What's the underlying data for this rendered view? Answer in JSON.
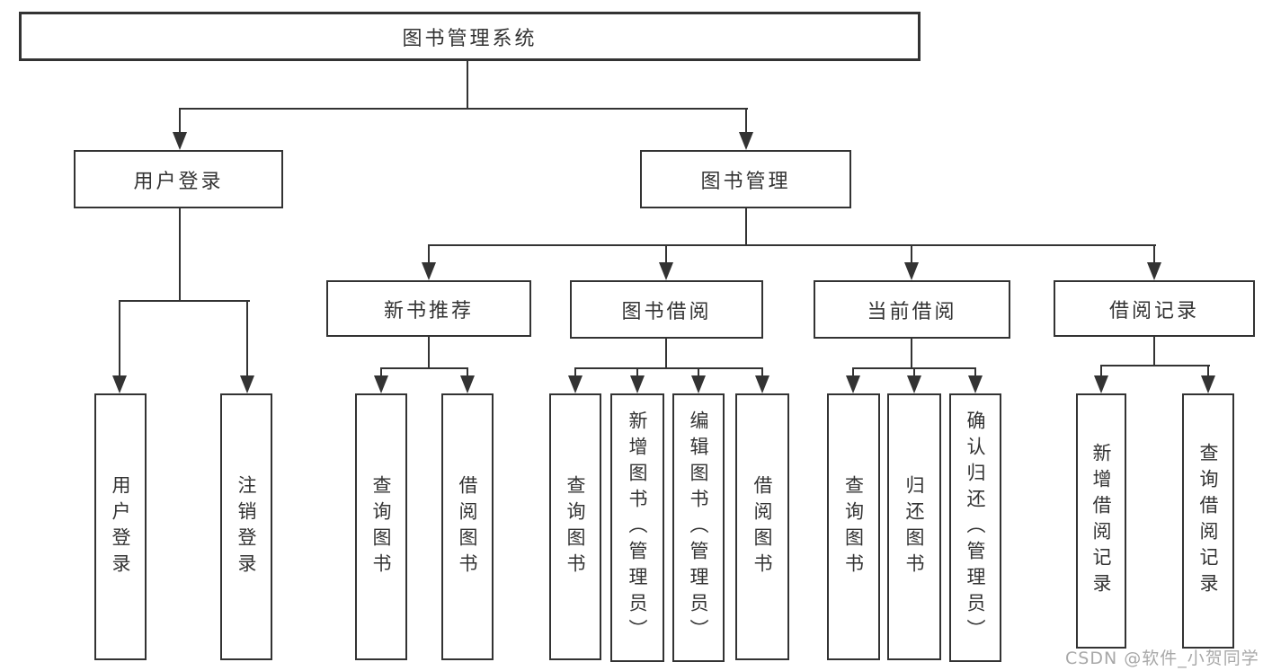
{
  "diagram": {
    "root": {
      "label": "图书管理系统"
    },
    "branches": [
      {
        "label": "用户登录",
        "children": [
          {
            "label": "用户登录"
          },
          {
            "label": "注销登录"
          }
        ]
      },
      {
        "label": "图书管理",
        "children": [
          {
            "label": "新书推荐",
            "children": [
              {
                "label": "查询图书"
              },
              {
                "label": "借阅图书"
              }
            ]
          },
          {
            "label": "图书借阅",
            "children": [
              {
                "label": "查询图书"
              },
              {
                "label": "新增图书（管理员）"
              },
              {
                "label": "编辑图书（管理员）"
              },
              {
                "label": "借阅图书"
              }
            ]
          },
          {
            "label": "当前借阅",
            "children": [
              {
                "label": "查询图书"
              },
              {
                "label": "归还图书"
              },
              {
                "label": "确认归还（管理员）"
              }
            ]
          },
          {
            "label": "借阅记录",
            "children": [
              {
                "label": "新增借阅记录"
              },
              {
                "label": "查询借阅记录"
              }
            ]
          }
        ]
      }
    ],
    "watermark": {
      "label": "CSDN @软件_小贺同学",
      "color": "#a8a8a8"
    },
    "colors": {
      "line": "#333333",
      "text": "#333333",
      "background": "#ffffff"
    }
  }
}
